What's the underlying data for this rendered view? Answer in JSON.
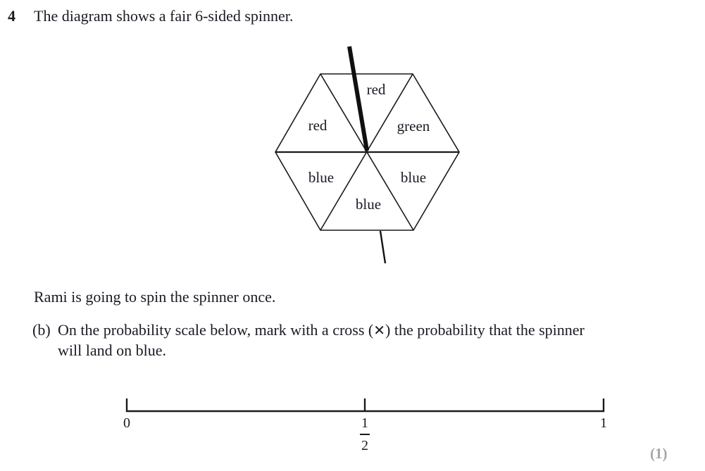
{
  "question": {
    "number": "4",
    "text": "The diagram shows a fair 6-sided spinner."
  },
  "spinner": {
    "segments": [
      {
        "position": "top",
        "label": "red"
      },
      {
        "position": "upper-left",
        "label": "red"
      },
      {
        "position": "upper-right",
        "label": "green"
      },
      {
        "position": "lower-left",
        "label": "blue"
      },
      {
        "position": "bottom",
        "label": "blue"
      },
      {
        "position": "lower-right",
        "label": "blue"
      }
    ]
  },
  "intro": "Rami is going to spin the spinner once.",
  "part_b": {
    "label": "(b)",
    "line1_before": "On the probability scale below, mark with a cross (",
    "cross_symbol": "✕",
    "line1_after": ") the probability that the spinner",
    "line2": "will land on blue."
  },
  "scale": {
    "left_label": "0",
    "middle_numerator": "1",
    "middle_denominator": "2",
    "right_label": "1"
  },
  "marks": "(1)"
}
